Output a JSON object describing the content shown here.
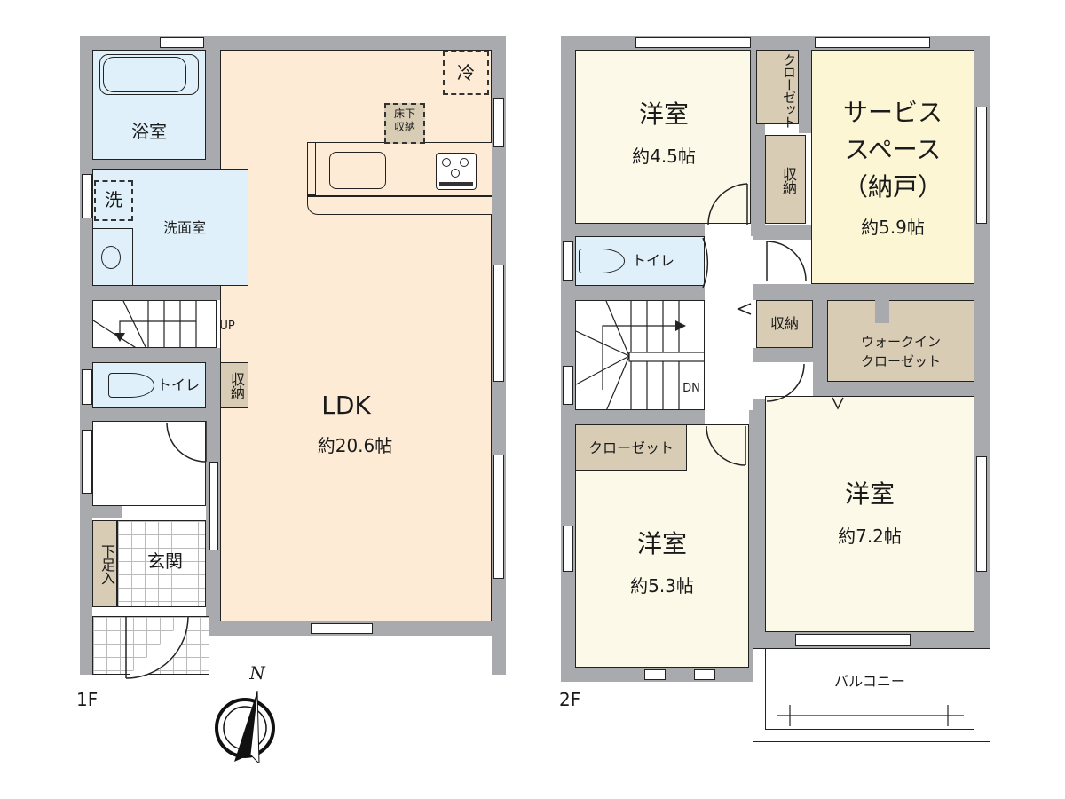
{
  "floor1": {
    "tag": "1F",
    "rooms": {
      "bath": "浴室",
      "washroom": "洗面室",
      "washer_mark": "洗",
      "toilet": "トイレ",
      "storage": "収納",
      "entrance": "玄関",
      "shoe_storage": "下足入",
      "ldk": "LDK",
      "ldk_size": "約20.6帖",
      "fridge_mark": "冷",
      "underfloor_storage_line1": "床下",
      "underfloor_storage_line2": "収納",
      "stairs_label": "UP"
    }
  },
  "floor2": {
    "tag": "2F",
    "rooms": {
      "room_a": "洋室",
      "room_a_size": "約4.5帖",
      "closet_a": "クローゼット",
      "storage_a": "収納",
      "service_space_line1": "サービス",
      "service_space_line2": "スペース",
      "service_space_line3": "（納戸）",
      "service_space_size": "約5.9帖",
      "toilet": "トイレ",
      "storage_b": "収納",
      "walk_in_line1": "ウォークイン",
      "walk_in_line2": "クローゼット",
      "stairs_label": "DN",
      "closet_b": "クローゼット",
      "room_b": "洋室",
      "room_b_size": "約5.3帖",
      "room_c": "洋室",
      "room_c_size": "約7.2帖",
      "balcony": "バルコニー"
    }
  },
  "compass": {
    "north_label": "N"
  },
  "colors": {
    "wall": "#a9aaad",
    "ldk": "#fdebd6",
    "wet_area": "#dff0fa",
    "bedroom": "#fdf9e8",
    "service_space": "#fcf6d4",
    "storage": "#d9ccb4"
  }
}
